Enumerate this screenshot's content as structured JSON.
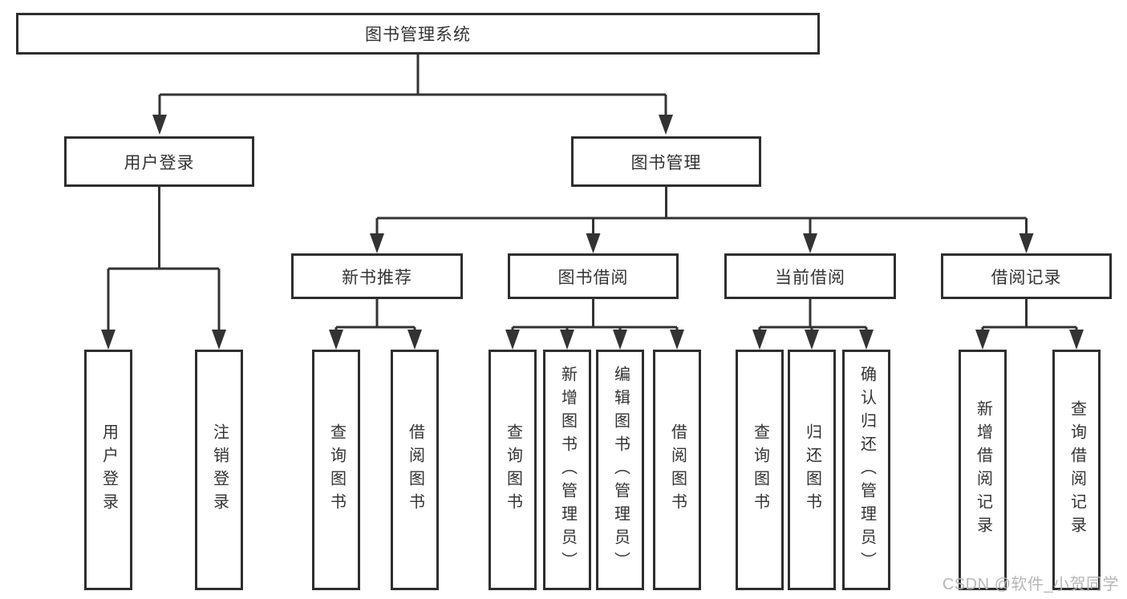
{
  "diagram": {
    "root": "图书管理系统",
    "level2": {
      "user_login": {
        "label": "用户登录",
        "children": [
          "用户登录",
          "注销登录"
        ]
      },
      "book_mgmt": {
        "label": "图书管理"
      }
    },
    "level3": {
      "new_book": {
        "label": "新书推荐",
        "children": [
          "查询图书",
          "借阅图书"
        ]
      },
      "borrow": {
        "label": "图书借阅",
        "children": [
          "查询图书",
          "新增图书（管理员）",
          "编辑图书（管理员）",
          "借阅图书"
        ]
      },
      "current": {
        "label": "当前借阅",
        "children": [
          "查询图书",
          "归还图书",
          "确认归还（管理员）"
        ]
      },
      "record": {
        "label": "借阅记录",
        "children": [
          "新增借阅记录",
          "查询借阅记录"
        ]
      }
    }
  },
  "watermark": "CSDN @软件_小贺同学",
  "colors": {
    "line": "#333333",
    "box_border": "#2e2e2e",
    "text": "#333333",
    "watermark": "#b4b4b4",
    "background": "#ffffff"
  }
}
